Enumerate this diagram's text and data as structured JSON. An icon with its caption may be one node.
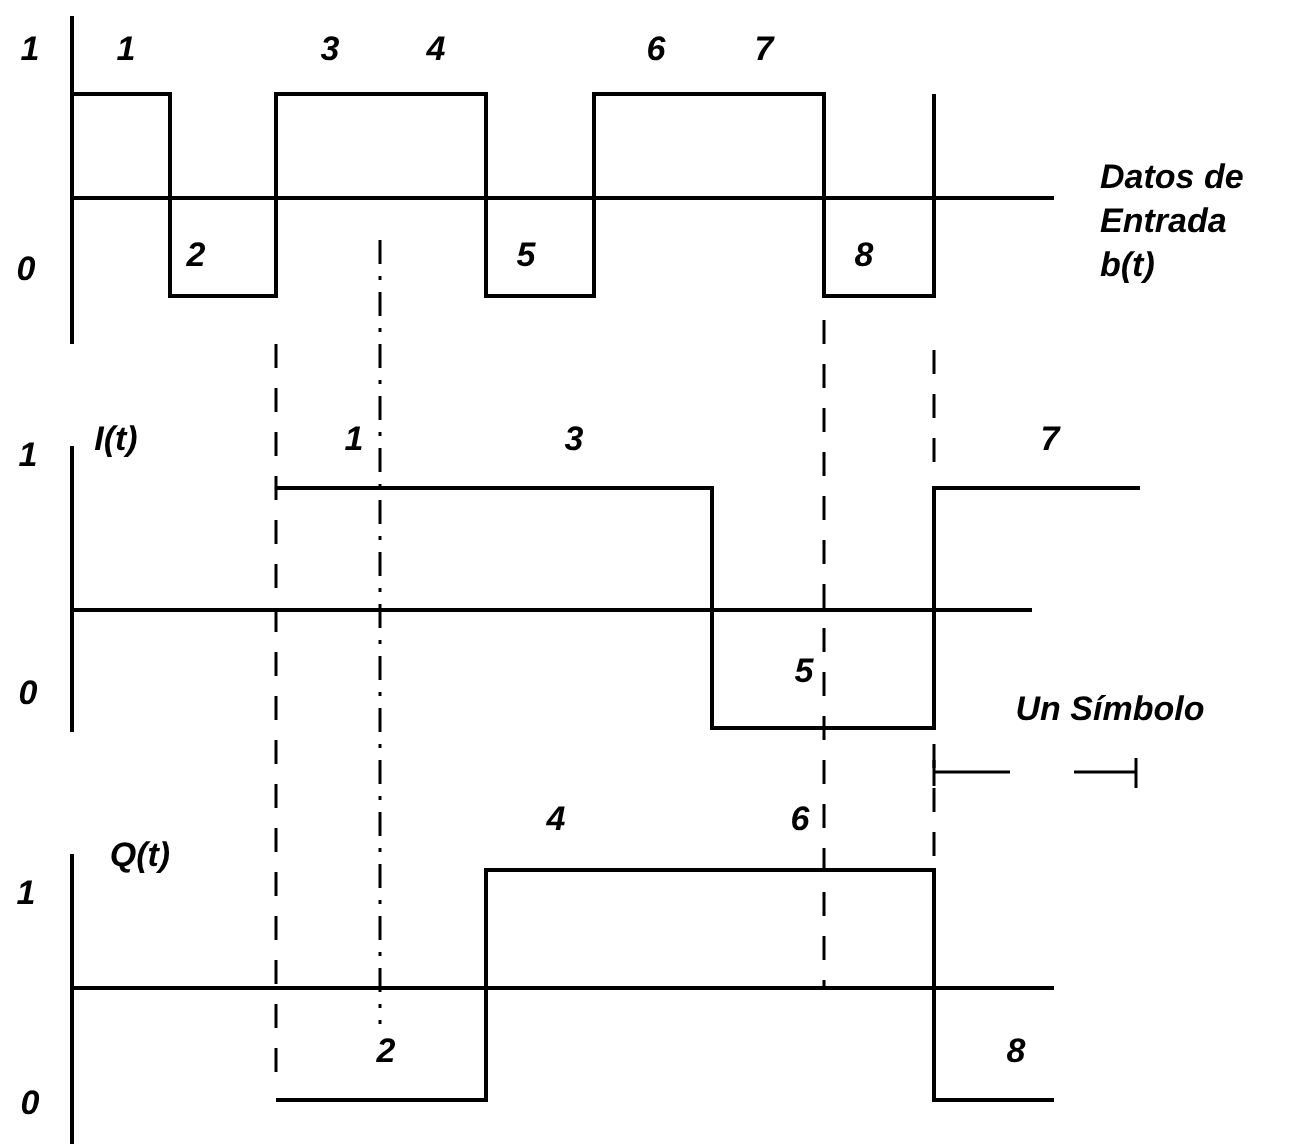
{
  "diagram": {
    "labels": [
      "1",
      "1",
      "3",
      "4",
      "6",
      "7",
      "Datos de Entrada b(t)",
      "0",
      "2",
      "5",
      "8",
      "1",
      "I(t)",
      "1",
      "3",
      "7",
      "0",
      "5",
      "Un Símbolo",
      "4",
      "6",
      "Q(t)",
      "1",
      "2",
      "8",
      "0"
    ]
  }
}
